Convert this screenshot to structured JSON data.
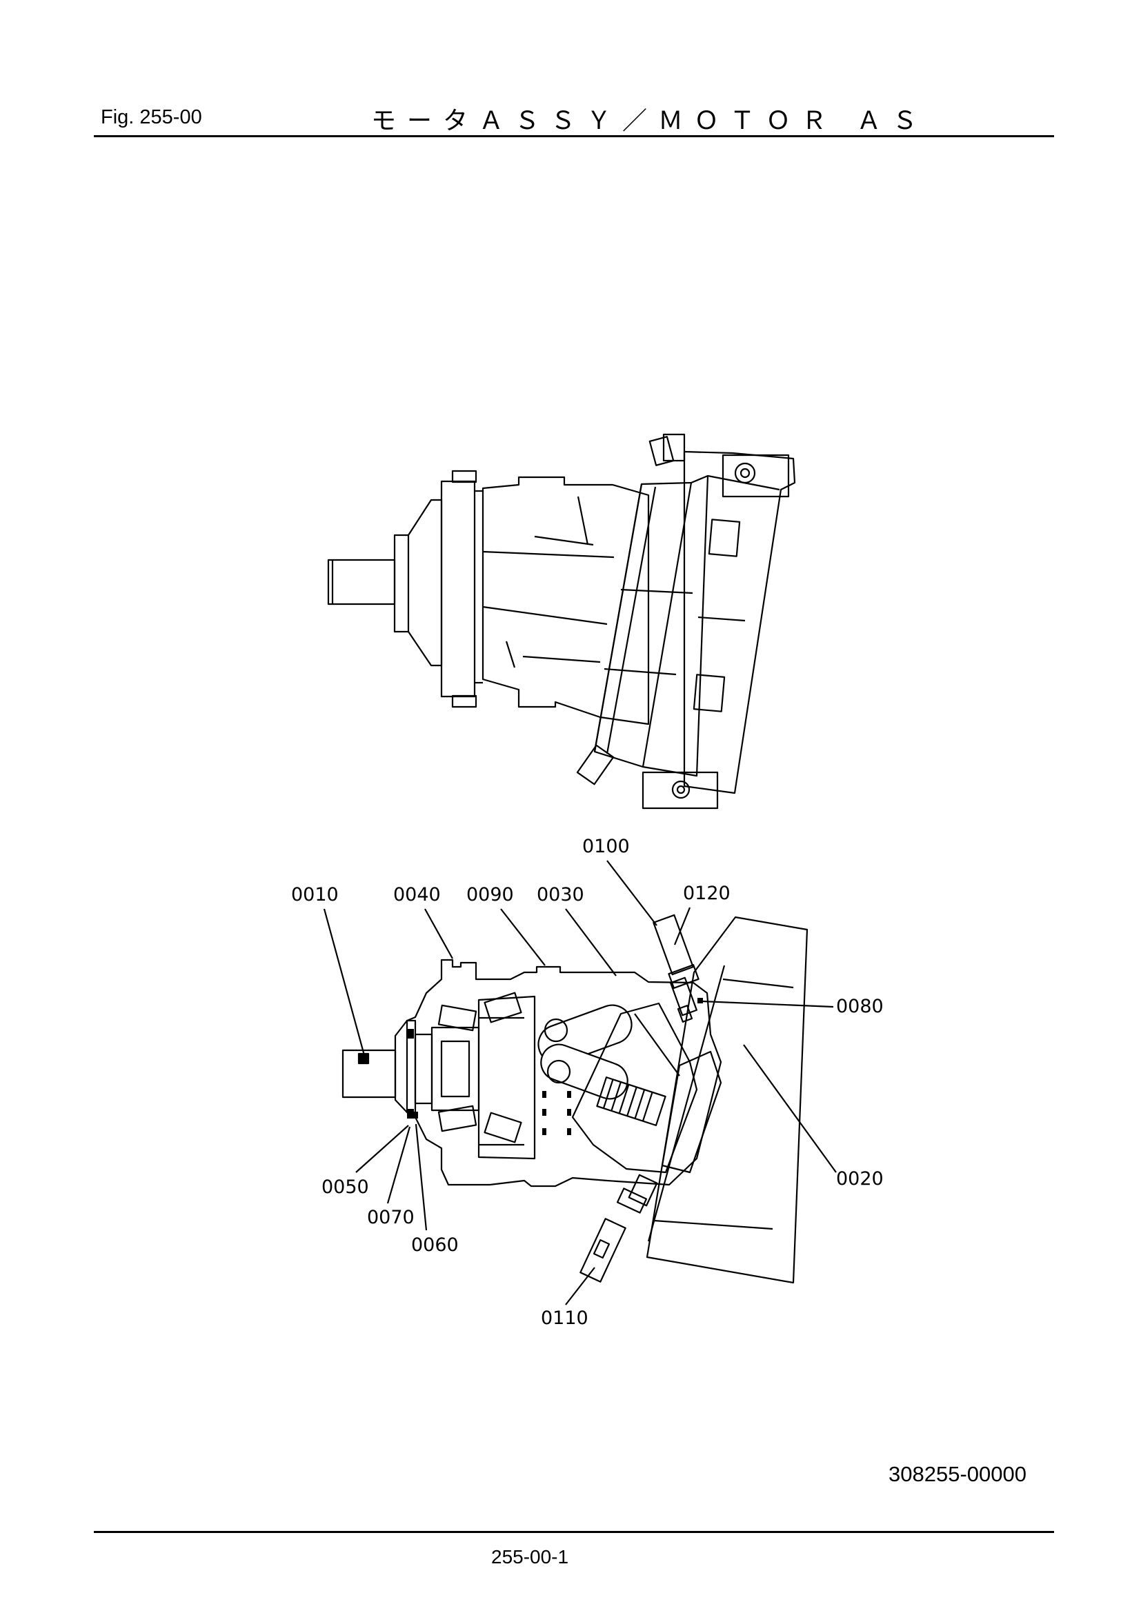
{
  "header": {
    "fig_label": "Fig.  255-00",
    "title": "モータＡＳＳＹ／ＭＯＴＯＲ ＡＳ"
  },
  "callouts": [
    {
      "id": "0010"
    },
    {
      "id": "0040"
    },
    {
      "id": "0090"
    },
    {
      "id": "0030"
    },
    {
      "id": "0100"
    },
    {
      "id": "0120"
    },
    {
      "id": "0080"
    },
    {
      "id": "0020"
    },
    {
      "id": "0050"
    },
    {
      "id": "0070"
    },
    {
      "id": "0060"
    },
    {
      "id": "0110"
    }
  ],
  "footer": {
    "drawing_number": "308255-00000",
    "page_number": "255-00-1"
  }
}
